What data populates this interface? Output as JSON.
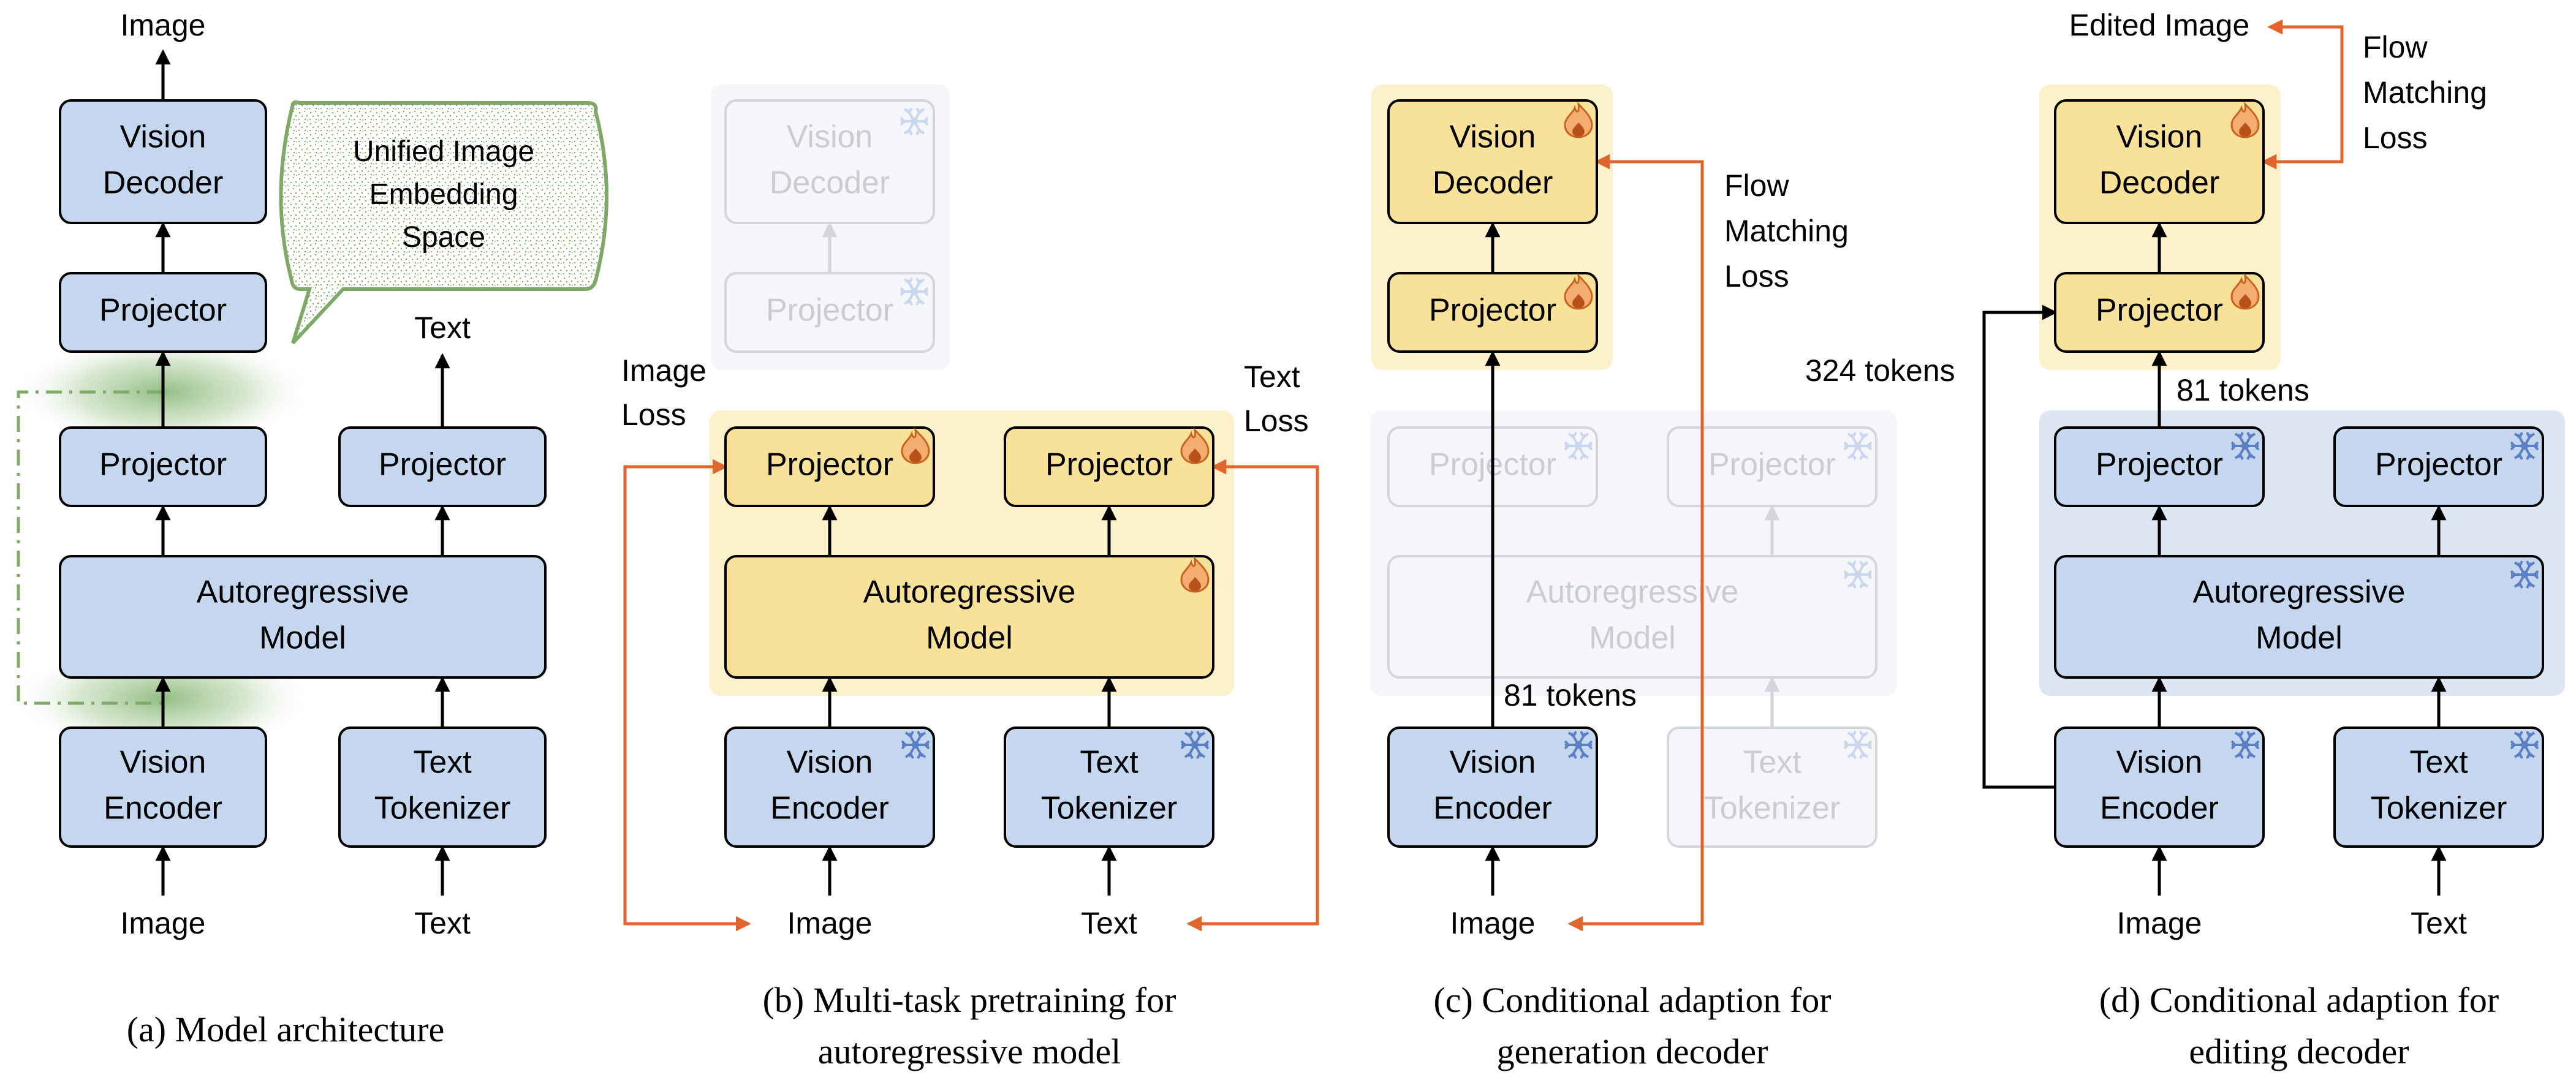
{
  "panel_a": {
    "top_output": "Image",
    "vision_decoder": "Vision\nDecoder",
    "projector_top": "Projector",
    "callout": "Unified Image\nEmbedding\nSpace",
    "text_output": "Text",
    "projector_left": "Projector",
    "projector_right": "Projector",
    "ar_model": "Autoregressive\nModel",
    "vision_encoder": "Vision\nEncoder",
    "text_tokenizer": "Text\nTokenizer",
    "input_image": "Image",
    "input_text": "Text",
    "caption": "(a) Model architecture"
  },
  "panel_b": {
    "vision_decoder": "Vision\nDecoder",
    "projector_faded": "Projector",
    "image_loss": "Image\nLoss",
    "text_loss": "Text\nLoss",
    "projector_left": "Projector",
    "projector_right": "Projector",
    "ar_model": "Autoregressive\nModel",
    "vision_encoder": "Vision\nEncoder",
    "text_tokenizer": "Text\nTokenizer",
    "input_image": "Image",
    "input_text": "Text",
    "caption": "(b) Multi-task pretraining for\nautoregressive model"
  },
  "panel_c": {
    "vision_decoder": "Vision\nDecoder",
    "projector": "Projector",
    "flow_loss": "Flow\nMatching\nLoss",
    "projector_faded_left": "Projector",
    "projector_faded_right": "Projector",
    "ar_model_faded": "Autoregressive\nModel",
    "tokens": "81 tokens",
    "vision_encoder": "Vision\nEncoder",
    "text_tokenizer_faded": "Text\nTokenizer",
    "input_image": "Image",
    "caption": "(c) Conditional adaption for\ngeneration decoder"
  },
  "panel_d": {
    "edited_image": "Edited Image",
    "flow_loss": "Flow\nMatching\nLoss",
    "vision_decoder": "Vision\nDecoder",
    "projector_top": "Projector",
    "tokens_324": "324 tokens",
    "tokens_81": "81 tokens",
    "projector_left": "Projector",
    "projector_right": "Projector",
    "ar_model": "Autoregressive\nModel",
    "vision_encoder": "Vision\nEncoder",
    "text_tokenizer": "Text\nTokenizer",
    "input_image": "Image",
    "input_text": "Text",
    "caption": "(d) Conditional adaption for\nediting decoder"
  },
  "colors": {
    "blue_box": "#c5d7ee",
    "yellow_box": "#f8e29a",
    "yellow_bg": "#fdf1cc",
    "blue_bg": "#dde6f3",
    "faded_bg": "#f5f6fa",
    "loss_arrow": "#e0662e",
    "callout_green": "#7fa968",
    "frozen_icon": "#5b7fc4",
    "trainable_icon": "#c8641f"
  },
  "icons": {
    "frozen": "snowflake-icon",
    "trainable": "flame-icon"
  }
}
